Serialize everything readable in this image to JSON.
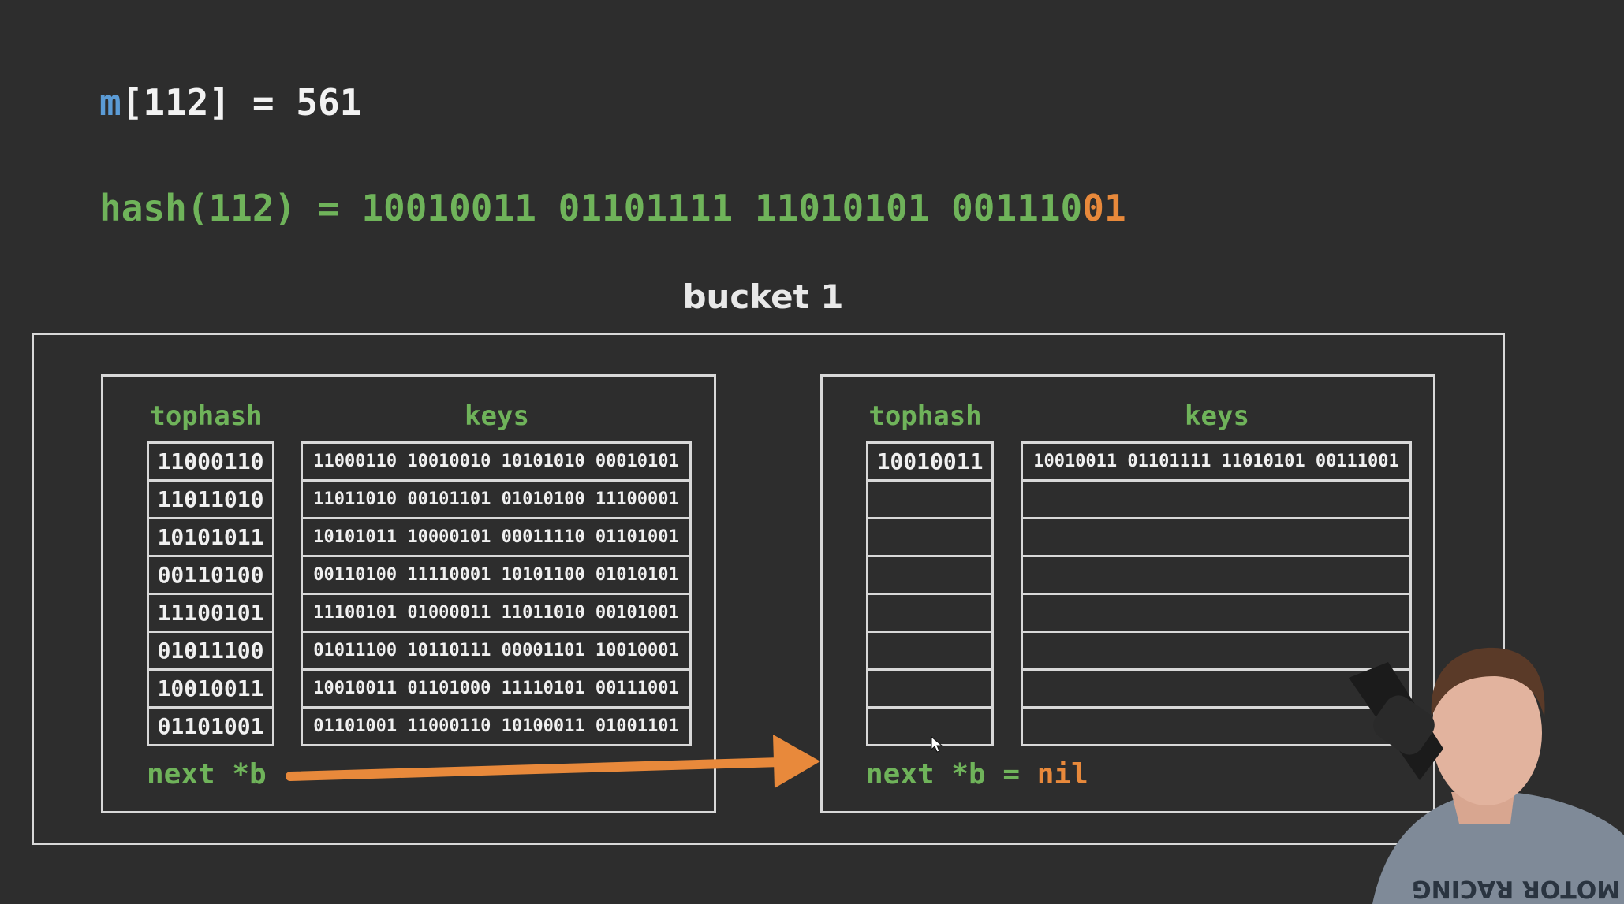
{
  "assignment": {
    "var": "m",
    "rest": "[112] = 561"
  },
  "hash": {
    "main": "hash(112) = 10010011 01101111 11010101 001110",
    "tail": "01"
  },
  "bucket": {
    "title": "bucket 1"
  },
  "bmap_a": {
    "tophash_header": "tophash",
    "keys_header": "keys",
    "tophash": [
      "11000110",
      "11011010",
      "10101011",
      "00110100",
      "11100101",
      "01011100",
      "10010011",
      "01101001"
    ],
    "keys": [
      "11000110 10010010 10101010 00010101",
      "11011010 00101101 01010100 11100001",
      "10101011 10000101 00011110 01101001",
      "00110100 11110001 10101100 01010101",
      "11100101 01000011 11011010 00101001",
      "01011100 10110111 00001101 10010001",
      "10010011 01101000 11110101 00111001",
      "01101001 11000110 10100011 01001101"
    ],
    "next_label": "next *b"
  },
  "bmap_b": {
    "tophash_header": "tophash",
    "keys_header": "keys",
    "tophash": [
      "10010011",
      "",
      "",
      "",
      "",
      "",
      "",
      ""
    ],
    "keys": [
      "10010011 01101111 11010101 00111001",
      "",
      "",
      "",
      "",
      "",
      "",
      ""
    ],
    "next_label": "next *b = ",
    "next_nil": "nil"
  },
  "webcam": {
    "shirt_text": "MOTOR RACING"
  },
  "colors": {
    "background": "#2d2d2d",
    "green": "#6fb35a",
    "orange": "#e8893b",
    "blue": "#5b9bd5",
    "border": "#d8d8d8"
  },
  "icons": {
    "arrow": "arrow-right-icon",
    "cursor": "mouse-cursor-icon"
  }
}
